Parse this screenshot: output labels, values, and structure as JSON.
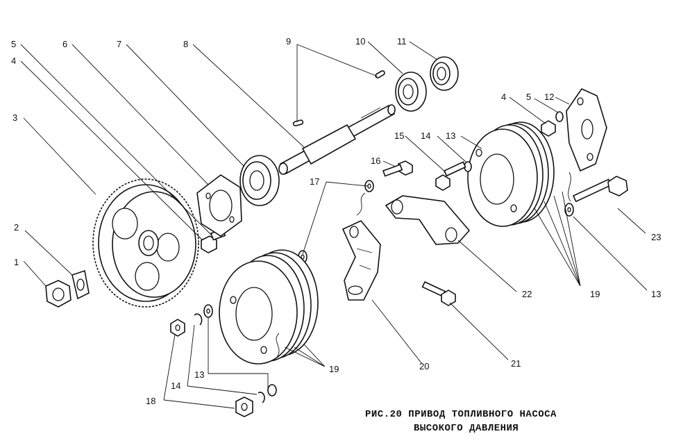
{
  "caption": {
    "line1": "РИС.20 ПРИВОД ТОПЛИВНОГО НАСОСА",
    "line2": "ВЫСОКОГО ДАВЛЕНИЯ"
  },
  "callouts": {
    "n1": "1",
    "n2": "2",
    "n3": "3",
    "n4a": "4",
    "n5a": "5",
    "n6": "6",
    "n7": "7",
    "n8": "8",
    "n9": "9",
    "n10": "10",
    "n11": "11",
    "n4b": "4",
    "n5b": "5",
    "n12": "12",
    "n15": "15",
    "n14a": "14",
    "n13a": "13",
    "n16": "16",
    "n17": "17",
    "n23": "23",
    "n22": "22",
    "n19a": "19",
    "n13b": "13",
    "n21": "21",
    "n20": "20",
    "n19b": "19",
    "n13c": "13",
    "n14b": "14",
    "n18": "18"
  }
}
